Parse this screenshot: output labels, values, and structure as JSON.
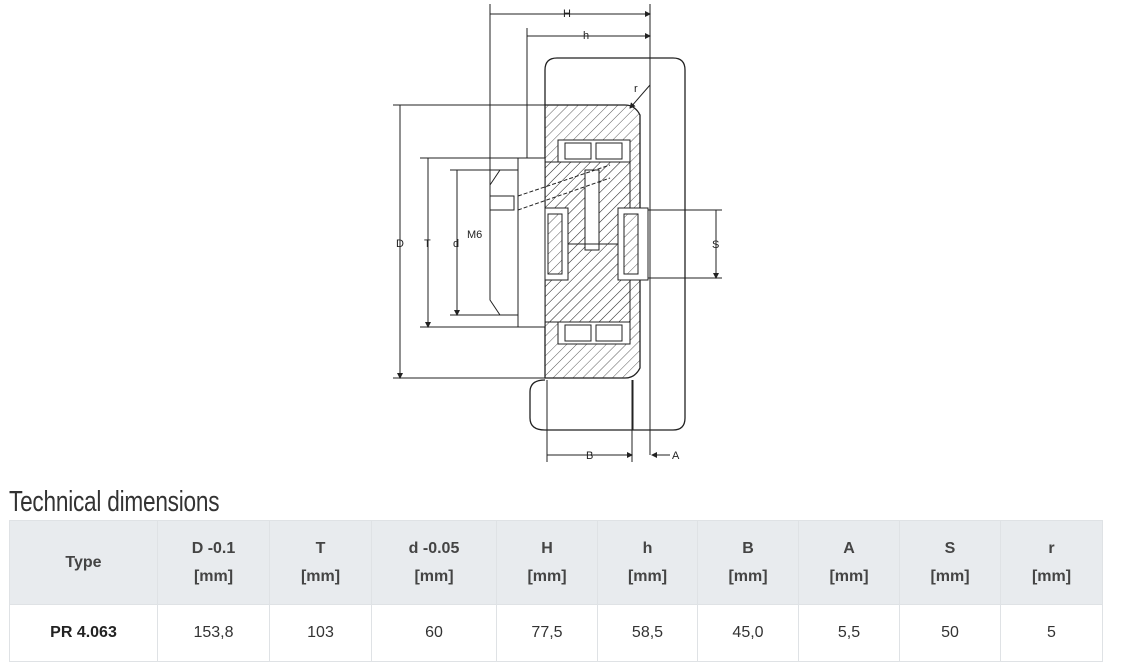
{
  "drawing": {
    "labels": {
      "H": "H",
      "h": "h",
      "r": "r",
      "D": "D",
      "T": "T",
      "d": "d",
      "M6": "M6",
      "S": "S",
      "B": "B",
      "A": "A"
    }
  },
  "title": "Technical dimensions",
  "table": {
    "headers": [
      {
        "name": "Type",
        "unit": ""
      },
      {
        "name": "D -0.1",
        "unit": "[mm]"
      },
      {
        "name": "T",
        "unit": "[mm]"
      },
      {
        "name": "d -0.05",
        "unit": "[mm]"
      },
      {
        "name": "H",
        "unit": "[mm]"
      },
      {
        "name": "h",
        "unit": "[mm]"
      },
      {
        "name": "B",
        "unit": "[mm]"
      },
      {
        "name": "A",
        "unit": "[mm]"
      },
      {
        "name": "S",
        "unit": "[mm]"
      },
      {
        "name": "r",
        "unit": "[mm]"
      }
    ],
    "rows": [
      [
        "PR 4.063",
        "153,8",
        "103",
        "60",
        "77,5",
        "58,5",
        "45,0",
        "5,5",
        "50",
        "5"
      ]
    ]
  }
}
